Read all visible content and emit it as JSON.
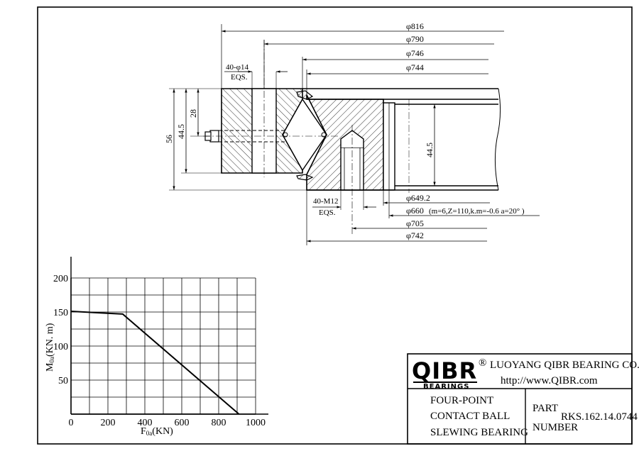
{
  "drawing": {
    "diameters": {
      "d816": "φ816",
      "d790": "φ790",
      "d746": "φ746",
      "d744": "φ744",
      "d649": "φ649.2",
      "d660": "φ660",
      "d660_note": "(m=6,Z=110,k.m=-0.6 a=20° )",
      "d705": "φ705",
      "d742": "φ742"
    },
    "holes_top": "40-φ14",
    "holes_top_eqs": "EQS.",
    "holes_bottom": "40-M12",
    "holes_bottom_eqs": "EQS.",
    "height_total": "56",
    "height_outer": "44.5",
    "height_28": "28",
    "height_inner": "44.5"
  },
  "chart_data": {
    "type": "line",
    "x": [
      0,
      280,
      910
    ],
    "values": [
      151,
      147,
      0
    ],
    "xlim": [
      0,
      1000
    ],
    "ylim": [
      0,
      220
    ],
    "xticks": [
      "0",
      "200",
      "400",
      "600",
      "800",
      "1000"
    ],
    "yticks": [
      "50",
      "100",
      "150",
      "200"
    ],
    "xlabel_main": "F",
    "xlabel_sub": "0a",
    "xlabel_unit": "(KN)",
    "ylabel_main": "M",
    "ylabel_sub": "0a",
    "ylabel_unit": "(KN. m)",
    "grid": true
  },
  "titleblock": {
    "logo": "QIBR",
    "logo_sub": "BEARINGS",
    "registered": "®",
    "company": "LUOYANG QIBR BEARING CO., LTD",
    "url": "http://www.QIBR.com",
    "desc_line1": "FOUR-POINT",
    "desc_line2": "CONTACT BALL",
    "desc_line3": "SLEWING BEARING",
    "part_label1": "PART",
    "part_label2": "NUMBER",
    "part_number": "RKS.162.14.0744"
  }
}
